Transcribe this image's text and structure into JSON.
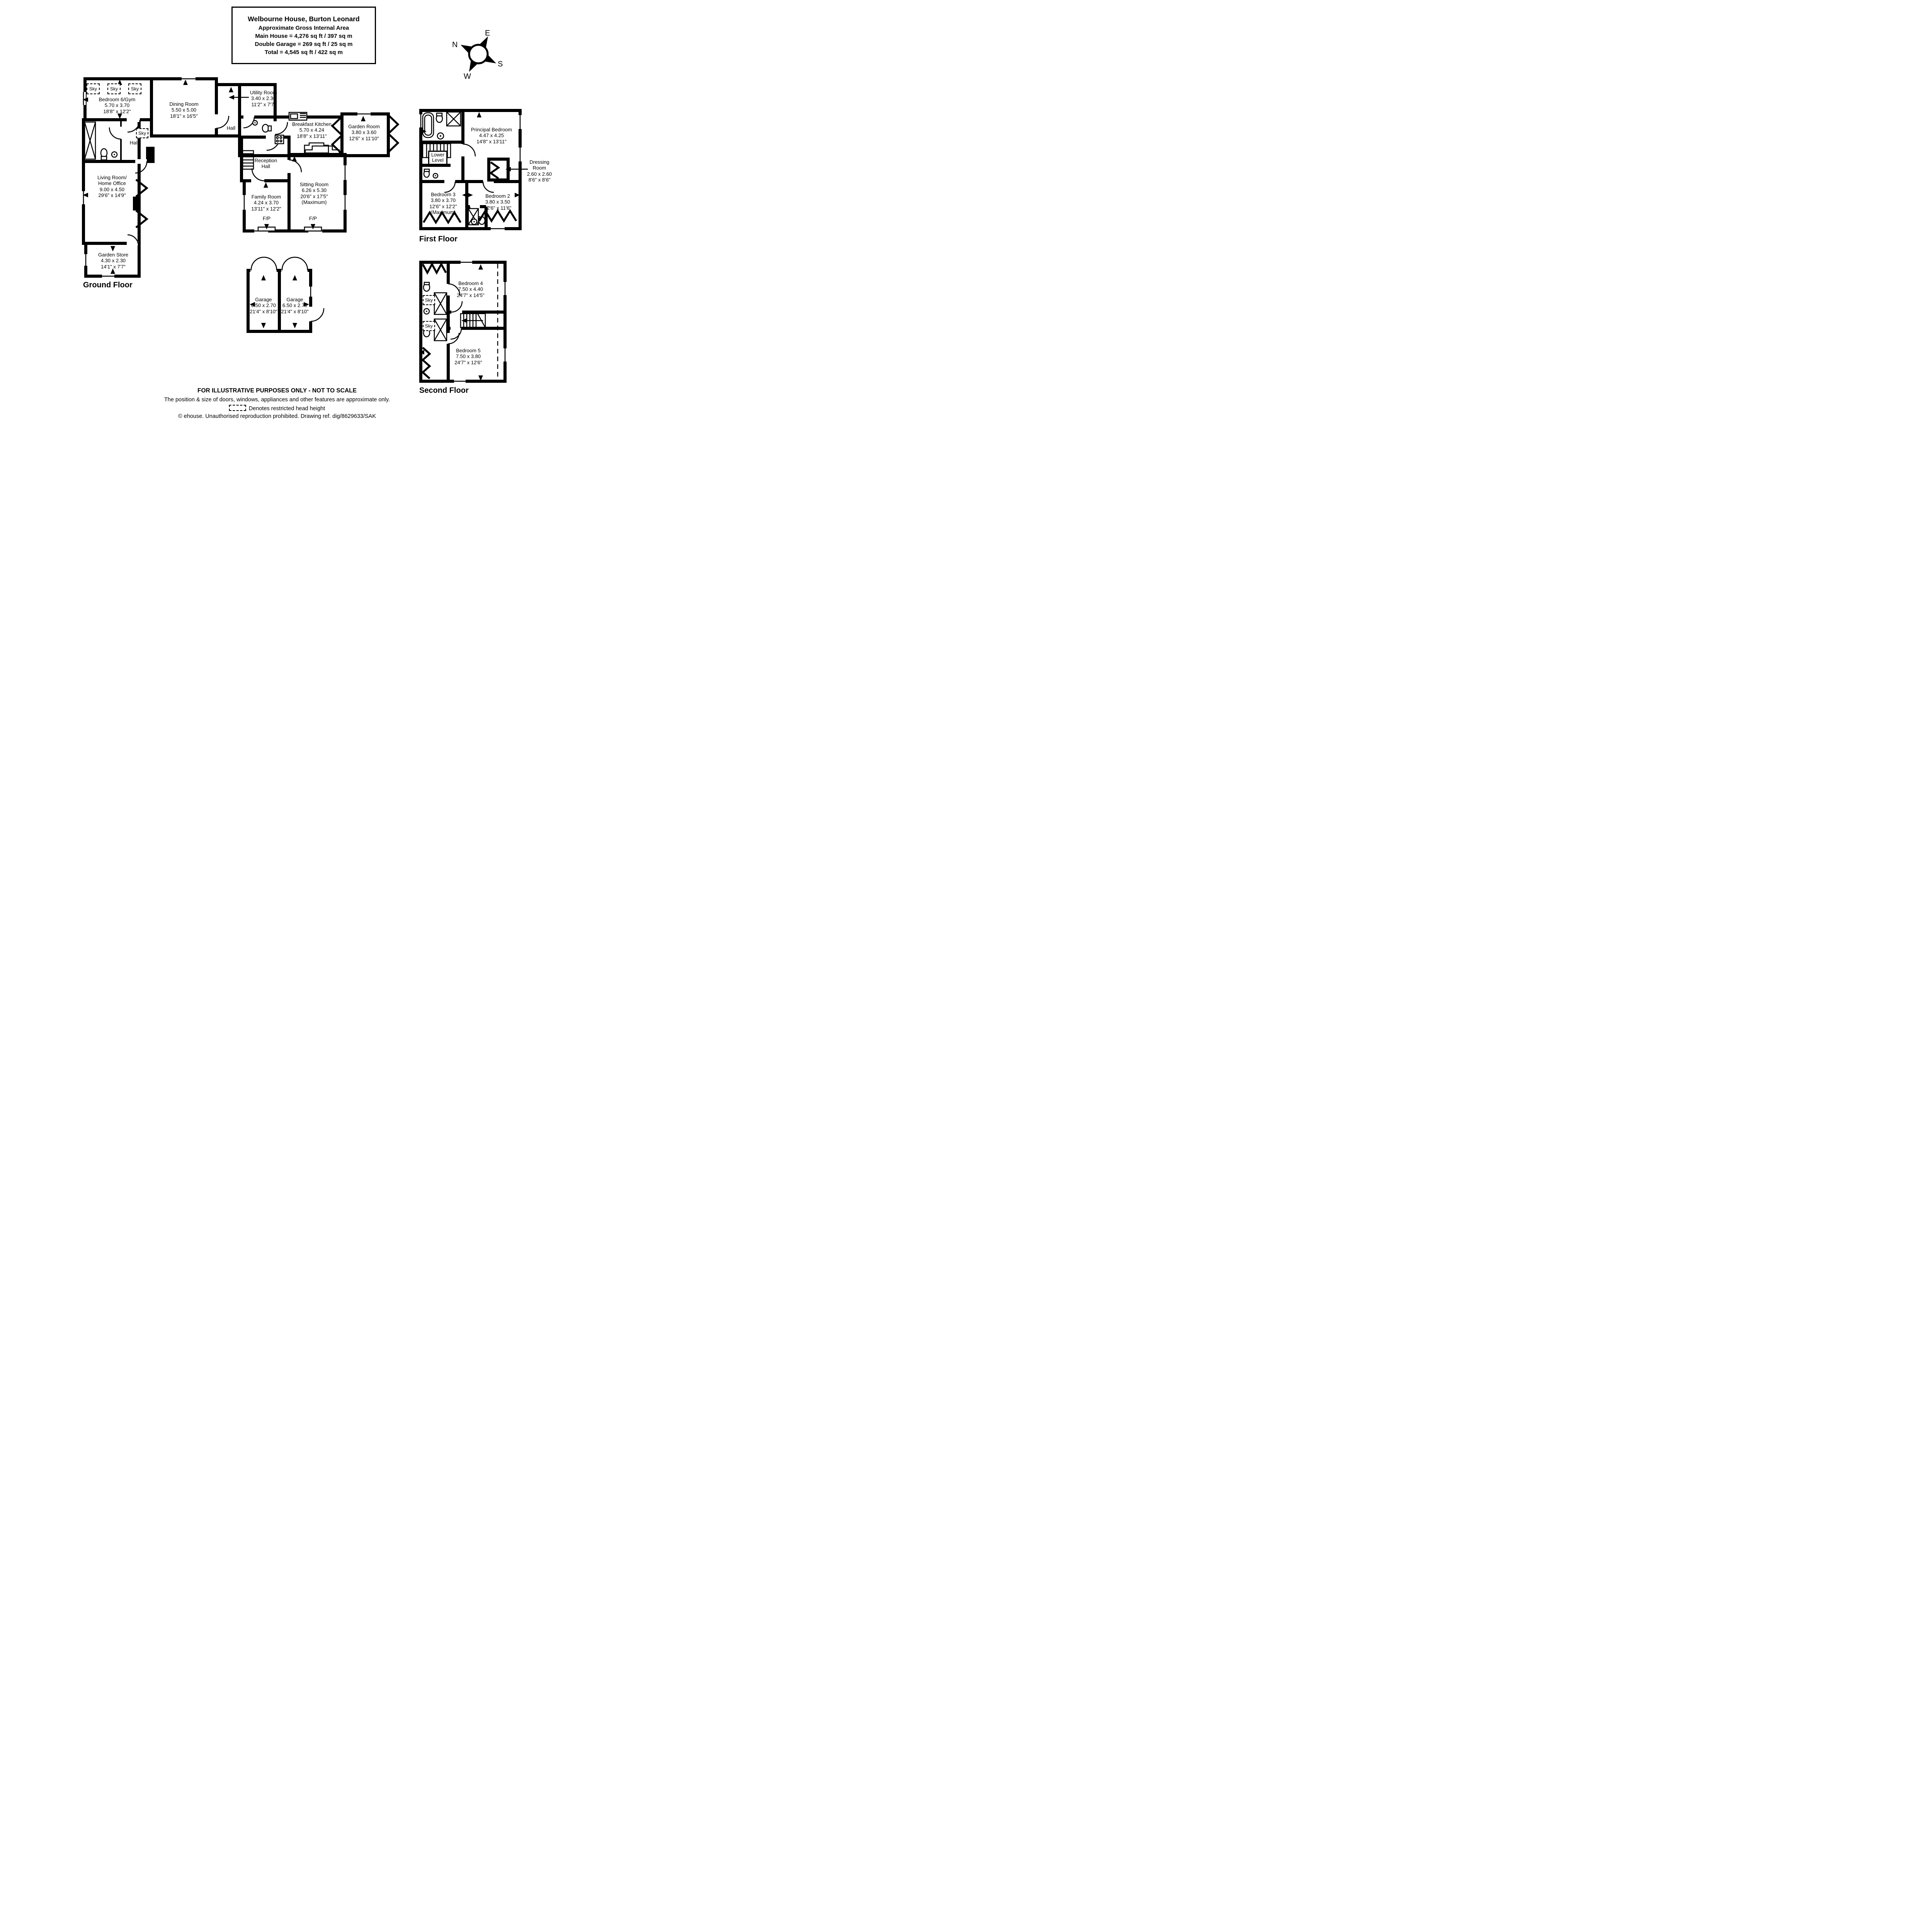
{
  "title_block": {
    "line1": "Welbourne House, Burton Leonard",
    "line2": "Approximate Gross Internal Area",
    "line3": "Main House = 4,276 sq ft / 397 sq m",
    "line4": "Double Garage = 269 sq ft / 25 sq m",
    "line5": "Total = 4,545 sq ft / 422 sq m"
  },
  "compass": {
    "n": "N",
    "e": "E",
    "s": "S",
    "w": "W"
  },
  "labels": {
    "sky": "Sky",
    "hall": "Hall",
    "fp": "F/P"
  },
  "floors": {
    "ground": {
      "title": "Ground Floor",
      "rooms": {
        "bedroom6": {
          "name": "Bedroom 6/Gym",
          "metric": "5.70 x 3.70",
          "imperial": "18'8\" x 12'2\""
        },
        "dining": {
          "name": "Dining Room",
          "metric": "5.50 x 5.00",
          "imperial": "18'1\" x 16'5\""
        },
        "utility": {
          "name": "Utility Room",
          "metric": "3.40 x 2.30",
          "imperial": "11'2\" x 7'7\""
        },
        "breakfast_kitchen": {
          "name": "Breakfast Kitchen",
          "metric": "5.70 x 4.24",
          "imperial": "18'8\" x 13'11\""
        },
        "garden_room": {
          "name": "Garden Room",
          "metric": "3.80 x 3.60",
          "imperial": "12'6\" x 11'10\""
        },
        "reception_hall": {
          "name1": "Reception",
          "name2": "Hall"
        },
        "family_room": {
          "name": "Family Room",
          "metric": "4.24 x 3.70",
          "imperial": "13'11\" x 12'2\""
        },
        "sitting_room": {
          "name": "Sitting Room",
          "metric": "6.26 x 5.30",
          "imperial": "20'6\" x 17'5\"",
          "note": "(Maximum)"
        },
        "living_room": {
          "name1": "Living Room/",
          "name2": "Home Office",
          "metric": "9.00 x 4.50",
          "imperial": "29'6\" x 14'9\""
        },
        "garden_store": {
          "name": "Garden Store",
          "metric": "4.30 x 2.30",
          "imperial": "14'1\" x 7'7\""
        },
        "garage": {
          "name": "Garage",
          "metric": "6.50 x 2.70",
          "imperial": "21'4\" x 8'10\""
        }
      }
    },
    "first": {
      "title": "First Floor",
      "rooms": {
        "principal": {
          "name": "Principal Bedroom",
          "metric": "4.47 x 4.25",
          "imperial": "14'8\" x 13'11\""
        },
        "lower_level": {
          "name1": "Lower",
          "name2": "Level"
        },
        "dressing": {
          "name1": "Dressing",
          "name2": "Room",
          "metric": "2.60 x 2.60",
          "imperial": "8'6\" x 8'6\""
        },
        "bedroom3": {
          "name": "Bedroom 3",
          "metric": "3.80 x 3.70",
          "imperial": "12'6\" x 12'2\"",
          "note": "(Maximum)"
        },
        "bedroom2": {
          "name": "Bedroom 2",
          "metric": "3.80 x 3.50",
          "imperial": "12'6\" x 11'6\""
        }
      }
    },
    "second": {
      "title": "Second Floor",
      "rooms": {
        "bedroom4": {
          "name": "Bedroom 4",
          "metric": "7.50 x 4.40",
          "imperial": "24'7\" x 14'5\""
        },
        "bedroom5": {
          "name": "Bedroom 5",
          "metric": "7.50 x 3.80",
          "imperial": "24'7\" x 12'6\""
        }
      }
    }
  },
  "footer": {
    "line1": "FOR ILLUSTRATIVE PURPOSES ONLY - NOT TO SCALE",
    "line2": "The position & size of doors, windows, appliances and other features are approximate only.",
    "legend": "Denotes restricted head height",
    "line4": "© ehouse. Unauthorised reproduction prohibited. Drawing ref. dig/8629633/SAK"
  }
}
